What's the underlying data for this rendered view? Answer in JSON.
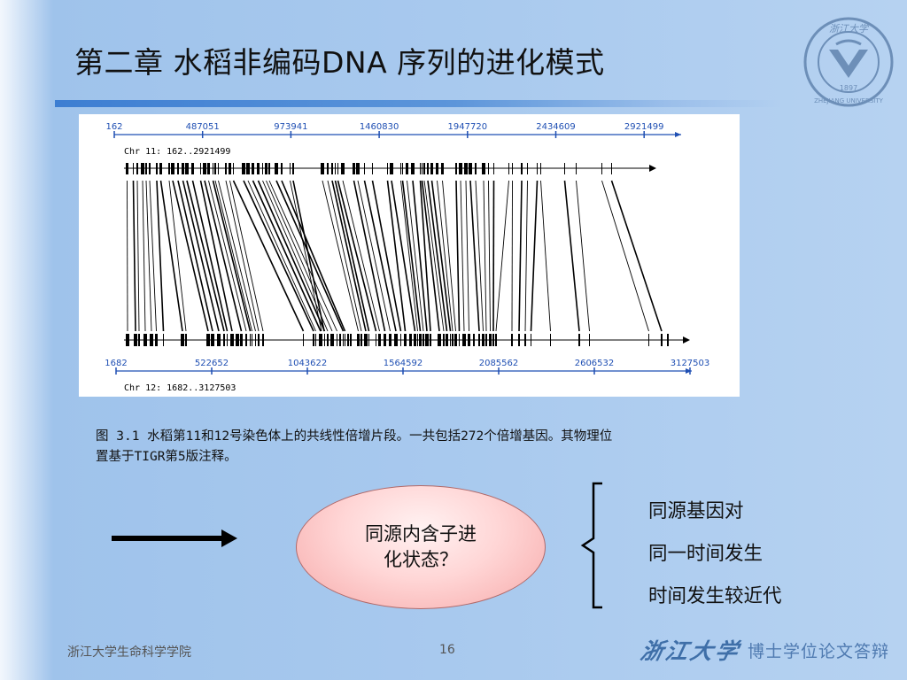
{
  "slide": {
    "title": "第二章 水稻非编码DNA 序列的进化模式"
  },
  "figure": {
    "top_ticks": [
      "162",
      "487051",
      "973941",
      "1460830",
      "1947720",
      "2434609",
      "2921499"
    ],
    "top_chr_label": "Chr 11: 162..2921499",
    "bottom_ticks": [
      "1682",
      "522652",
      "1043622",
      "1564592",
      "2085562",
      "2606532",
      "3127503"
    ],
    "bottom_chr_label": "Chr 12: 1682..3127503"
  },
  "caption": {
    "line1": "图 3.1 水稻第11和12号染色体上的共线性倍增片段。一共包括272个倍增基因。其物理位",
    "line2": "置基于TIGR第5版注释。"
  },
  "ellipse": {
    "line1": "同源内含子进",
    "line2": "化状态？"
  },
  "conclusions": [
    "同源基因对",
    "同一时间发生",
    "时间发生较近代"
  ],
  "footer": {
    "department": "浙江大学生命科学学院",
    "page_number": "16",
    "brand_script": "浙江大学",
    "brand_text": "博士学位论文答辩"
  },
  "logo": {
    "top_text": "浙江大学",
    "year": "1897",
    "bottom_text": "ZHEJIANG UNIVERSITY"
  },
  "colors": {
    "title_rule": "#3d7ed2",
    "ellipse_fill": "#ffd6d6",
    "axis_blue": "#1f4fb3"
  }
}
